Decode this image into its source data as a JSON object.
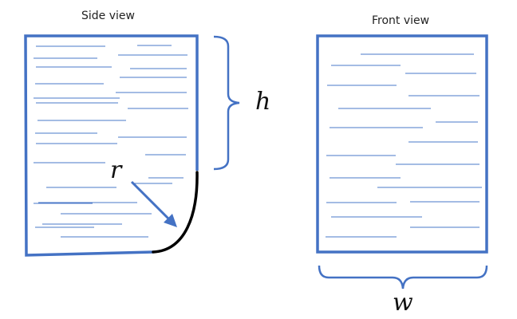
{
  "side_view": {
    "title": "Side view",
    "height_symbol": "h",
    "radius_symbol": "r"
  },
  "front_view": {
    "title": "Front view",
    "width_symbol": "w"
  },
  "colors": {
    "frame": "#4472c4",
    "text_lines": "#4a78c8",
    "curl": "#000000",
    "arrow": "#4472c4"
  }
}
